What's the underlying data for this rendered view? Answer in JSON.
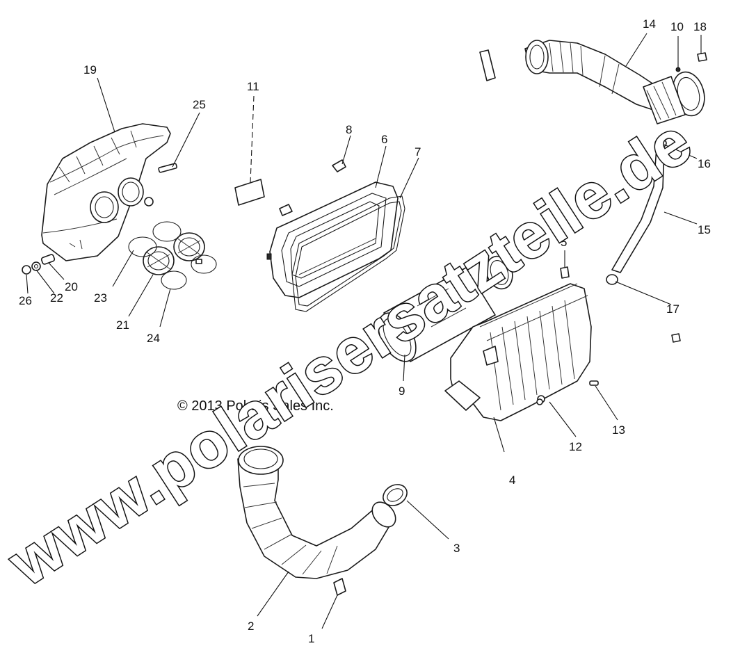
{
  "copyright": "© 2013 Polaris Sales Inc.",
  "watermark": "www.polarisersatzteile.de",
  "callouts": {
    "c1": "1",
    "c2": "2",
    "c3": "3",
    "c4": "4",
    "c5": "5",
    "c6": "6",
    "c7": "7",
    "c8": "8",
    "c9": "9",
    "c10": "10",
    "c11": "11",
    "c12": "12",
    "c13": "13",
    "c14": "14",
    "c15": "15",
    "c16": "16",
    "c17": "17",
    "c18": "18",
    "c19": "19",
    "c20": "20",
    "c21": "21",
    "c22": "22",
    "c23": "23",
    "c24": "24",
    "c25": "25",
    "c26": "26"
  }
}
